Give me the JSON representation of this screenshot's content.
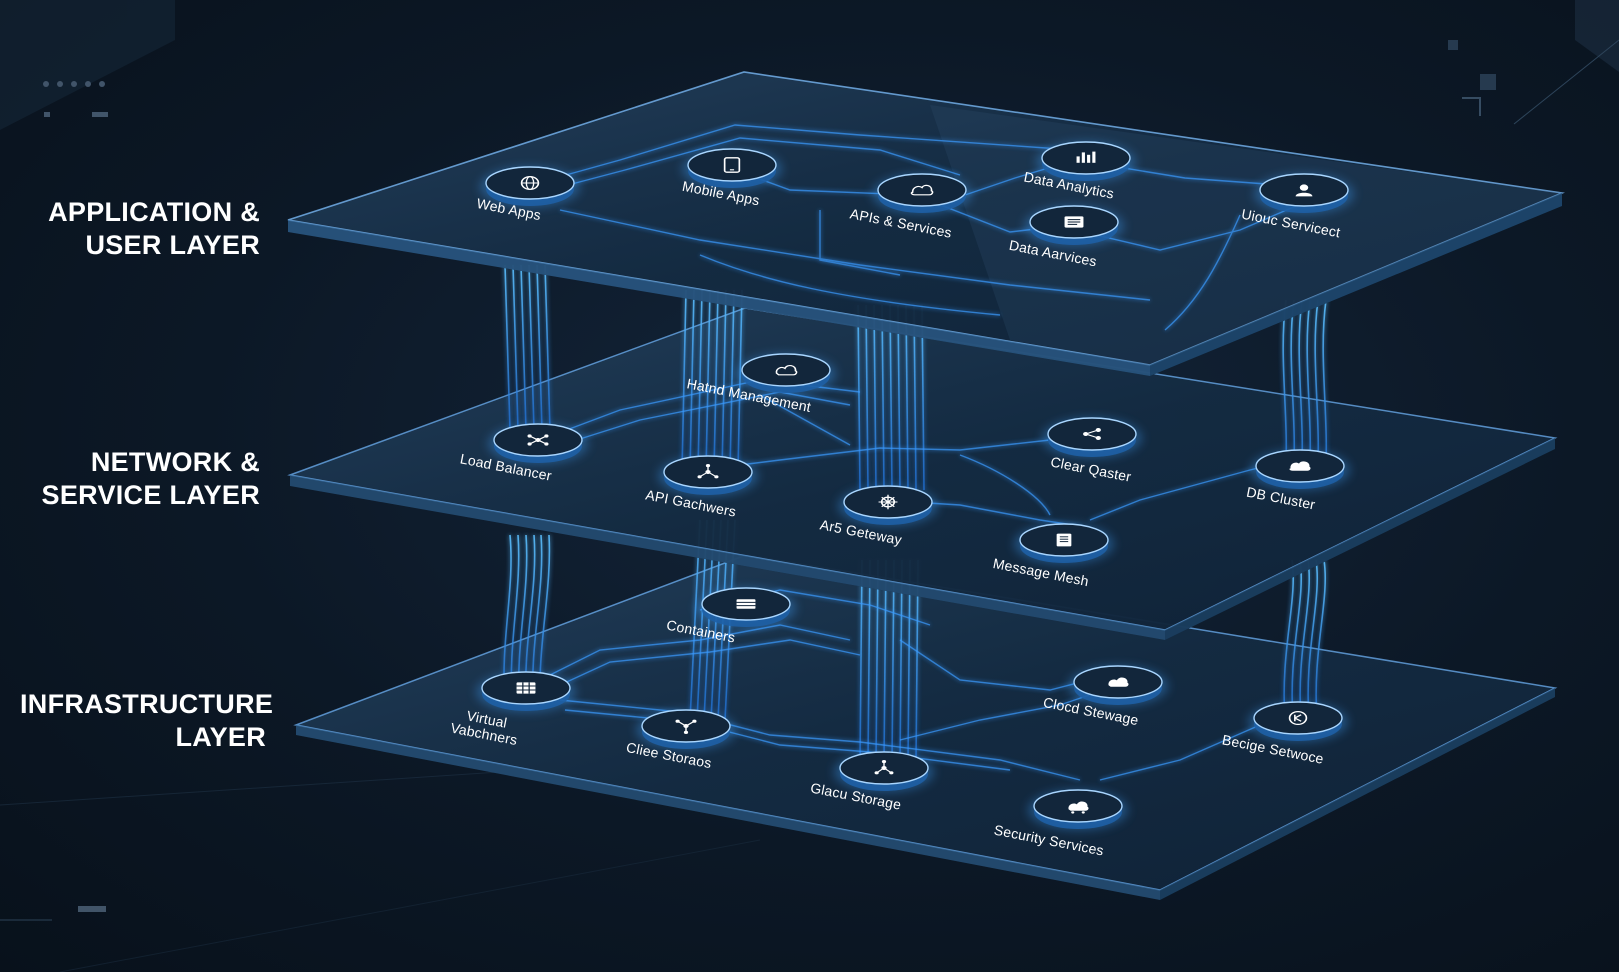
{
  "layers": [
    {
      "id": "application",
      "title_lines": [
        "APPLICATION &",
        "USER LAYER"
      ],
      "nodes": [
        {
          "label": "Web Apps",
          "icon": "globe-icon"
        },
        {
          "label": "Mobile Apps",
          "icon": "smartphone-icon"
        },
        {
          "label": "APIs & Services",
          "icon": "api-icon"
        },
        {
          "label": "Data Analytics",
          "icon": "bar-chart-icon"
        },
        {
          "label": "Data Aarvices",
          "icon": "document-icon"
        },
        {
          "label": "Uiouc Servicect",
          "icon": "user-icon"
        }
      ]
    },
    {
      "id": "network",
      "title_lines": [
        "NETWORK &",
        "SERVICE LAYER"
      ],
      "nodes": [
        {
          "label": "Hatnd Management",
          "icon": "cloud-icon"
        },
        {
          "label": "Load Balancer",
          "icon": "balancer-icon"
        },
        {
          "label": "API Gachwers",
          "icon": "network-icon"
        },
        {
          "label": "Clear Qaster",
          "icon": "cluster-icon"
        },
        {
          "label": "DB Cluster",
          "icon": "database-icon"
        },
        {
          "label": "Ar5 Geteway",
          "icon": "gateway-icon"
        },
        {
          "label": "Message Mesh",
          "icon": "message-icon"
        }
      ]
    },
    {
      "id": "infrastructure",
      "title_lines": [
        "INFRASTRUCTURE",
        "LAYER"
      ],
      "nodes": [
        {
          "label": "Containers",
          "icon": "container-icon"
        },
        {
          "label": "Virtual Vabchners",
          "icon": "server-rack-icon"
        },
        {
          "label": "Cliee Storaos",
          "icon": "storage-icon"
        },
        {
          "label": "Glacu Storage",
          "icon": "hub-icon"
        },
        {
          "label": "Clocd Stewage",
          "icon": "cloud-storage-icon"
        },
        {
          "label": "Security Services",
          "icon": "security-cloud-icon"
        },
        {
          "label": "Becige Setwoce",
          "icon": "shield-icon"
        }
      ]
    }
  ],
  "colors": {
    "background": "#0c1826",
    "panel_fill": "#1a3550",
    "panel_edge": "#6fb6ff",
    "circuit": "#2f8fff",
    "circuit_glow": "#4fb1ff",
    "title_text": "#ffffff",
    "node_fill": "#12263b",
    "node_stroke": "#a9d6ff"
  }
}
